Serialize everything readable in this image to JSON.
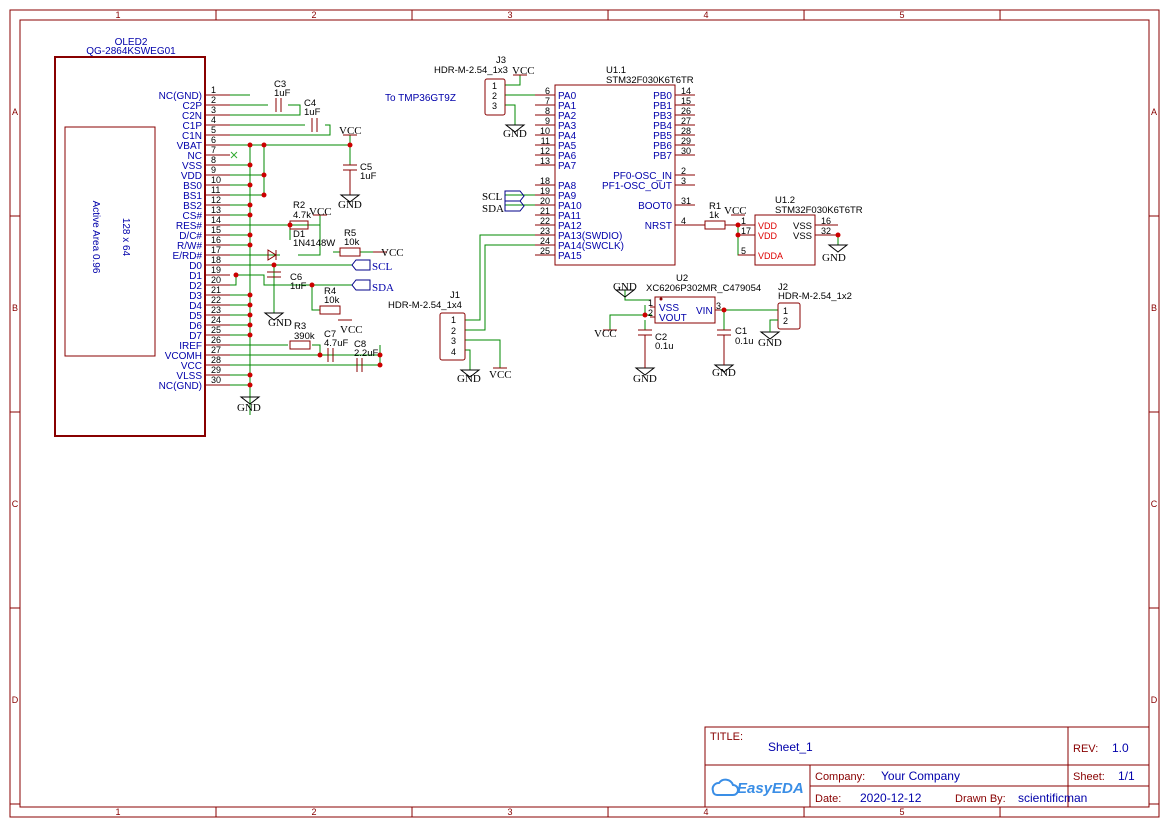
{
  "frame": {
    "columns": [
      "1",
      "2",
      "3",
      "4",
      "5"
    ],
    "rows": [
      "A",
      "B",
      "C",
      "D"
    ]
  },
  "oled": {
    "ref": "OLED2",
    "part": "QG-2864KSWEG01",
    "text1": "128 x 64",
    "text2": "Active Area 0.96",
    "pins": [
      {
        "num": "1",
        "name": "NC(GND)"
      },
      {
        "num": "2",
        "name": "C2P"
      },
      {
        "num": "3",
        "name": "C2N"
      },
      {
        "num": "4",
        "name": "C1P"
      },
      {
        "num": "5",
        "name": "C1N"
      },
      {
        "num": "6",
        "name": "VBAT"
      },
      {
        "num": "7",
        "name": "NC"
      },
      {
        "num": "8",
        "name": "VSS"
      },
      {
        "num": "9",
        "name": "VDD"
      },
      {
        "num": "10",
        "name": "BS0"
      },
      {
        "num": "11",
        "name": "BS1"
      },
      {
        "num": "12",
        "name": "BS2"
      },
      {
        "num": "13",
        "name": "CS#"
      },
      {
        "num": "14",
        "name": "RES#"
      },
      {
        "num": "15",
        "name": "D/C#"
      },
      {
        "num": "16",
        "name": "R/W#"
      },
      {
        "num": "17",
        "name": "E/RD#"
      },
      {
        "num": "18",
        "name": "D0"
      },
      {
        "num": "19",
        "name": "D1"
      },
      {
        "num": "20",
        "name": "D2"
      },
      {
        "num": "21",
        "name": "D3"
      },
      {
        "num": "22",
        "name": "D4"
      },
      {
        "num": "23",
        "name": "D5"
      },
      {
        "num": "24",
        "name": "D6"
      },
      {
        "num": "25",
        "name": "D7"
      },
      {
        "num": "26",
        "name": "IREF"
      },
      {
        "num": "27",
        "name": "VCOMH"
      },
      {
        "num": "28",
        "name": "VCC"
      },
      {
        "num": "29",
        "name": "VLSS"
      },
      {
        "num": "30",
        "name": "NC(GND)"
      }
    ]
  },
  "passives": {
    "c3": {
      "ref": "C3",
      "value": "1uF"
    },
    "c4": {
      "ref": "C4",
      "value": "1uF"
    },
    "c5": {
      "ref": "C5",
      "value": "1uF"
    },
    "c6": {
      "ref": "C6",
      "value": "1uF"
    },
    "c7": {
      "ref": "C7",
      "value": "4.7uF"
    },
    "c8": {
      "ref": "C8",
      "value": "2.2uF"
    },
    "r2": {
      "ref": "R2",
      "value": "4.7k"
    },
    "r3": {
      "ref": "R3",
      "value": "390k"
    },
    "r4": {
      "ref": "R4",
      "value": "10k"
    },
    "r5": {
      "ref": "R5",
      "value": "10k"
    },
    "d1": {
      "ref": "D1",
      "value": "1N4148W"
    },
    "r1": {
      "ref": "R1",
      "value": "1k"
    },
    "c1": {
      "ref": "C1",
      "value": "0.1u"
    },
    "c2": {
      "ref": "C2",
      "value": "0.1u"
    }
  },
  "nets": {
    "vcc": "VCC",
    "gnd": "GND",
    "scl": "SCL",
    "sda": "SDA"
  },
  "note": "To TMP36GT9Z",
  "j3": {
    "ref": "J3",
    "part": "HDR-M-2.54_1x3",
    "pins": [
      "1",
      "2",
      "3"
    ]
  },
  "j1": {
    "ref": "J1",
    "part": "HDR-M-2.54_1x4",
    "pins": [
      "1",
      "2",
      "3",
      "4"
    ]
  },
  "j2": {
    "ref": "J2",
    "part": "HDR-M-2.54_1x2",
    "pins": [
      "1",
      "2"
    ]
  },
  "u11": {
    "ref": "U1.1",
    "part": "STM32F030K6T6TR",
    "left": [
      {
        "num": "6",
        "name": "PA0"
      },
      {
        "num": "7",
        "name": "PA1"
      },
      {
        "num": "8",
        "name": "PA2"
      },
      {
        "num": "9",
        "name": "PA3"
      },
      {
        "num": "10",
        "name": "PA4"
      },
      {
        "num": "11",
        "name": "PA5"
      },
      {
        "num": "12",
        "name": "PA6"
      },
      {
        "num": "13",
        "name": "PA7"
      },
      {
        "num": "18",
        "name": "PA8"
      },
      {
        "num": "19",
        "name": "PA9"
      },
      {
        "num": "20",
        "name": "PA10"
      },
      {
        "num": "21",
        "name": "PA11"
      },
      {
        "num": "22",
        "name": "PA12"
      },
      {
        "num": "23",
        "name": "PA13(SWDIO)"
      },
      {
        "num": "24",
        "name": "PA14(SWCLK)"
      },
      {
        "num": "25",
        "name": "PA15"
      }
    ],
    "right": [
      {
        "num": "14",
        "name": "PB0"
      },
      {
        "num": "15",
        "name": "PB1"
      },
      {
        "num": "26",
        "name": "PB3"
      },
      {
        "num": "27",
        "name": "PB4"
      },
      {
        "num": "28",
        "name": "PB5"
      },
      {
        "num": "29",
        "name": "PB6"
      },
      {
        "num": "30",
        "name": "PB7"
      },
      {
        "num": "2",
        "name": "PF0-OSC_IN"
      },
      {
        "num": "3",
        "name": "PF1-OSC_OUT"
      },
      {
        "num": "31",
        "name": "BOOT0"
      },
      {
        "num": "4",
        "name": "NRST"
      }
    ]
  },
  "u12": {
    "ref": "U1.2",
    "part": "STM32F030K6T6TR",
    "left": [
      {
        "num": "1",
        "name": "VDD"
      },
      {
        "num": "17",
        "name": "VDD"
      },
      {
        "num": "5",
        "name": "VDDA"
      }
    ],
    "right": [
      {
        "num": "16",
        "name": "VSS"
      },
      {
        "num": "32",
        "name": "VSS"
      }
    ]
  },
  "u2": {
    "ref": "U2",
    "part": "XC6206P302MR_C479054",
    "pins": [
      {
        "num": "1",
        "name": "VSS"
      },
      {
        "num": "2",
        "name": "VOUT"
      },
      {
        "num": "3",
        "name": "VIN"
      }
    ]
  },
  "title_block": {
    "title_label": "TITLE:",
    "title": "Sheet_1",
    "rev_label": "REV:",
    "rev": "1.0",
    "company_label": "Company:",
    "company": "Your Company",
    "sheet_label": "Sheet:",
    "sheet": "1/1",
    "date_label": "Date:",
    "date": "2020-12-12",
    "drawn_label": "Drawn By:",
    "drawn": "scientificman",
    "logo": "EasyEDA"
  }
}
